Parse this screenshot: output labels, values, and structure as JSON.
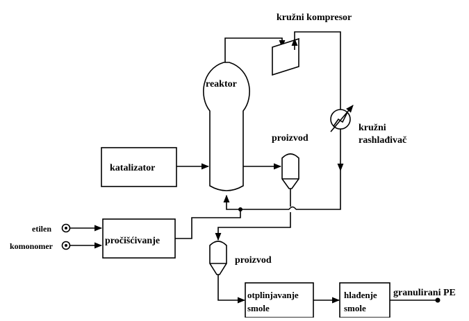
{
  "labels": {
    "compressor": "kružni kompresor",
    "reactor": "reaktor",
    "cooler_line1": "kružni",
    "cooler_line2": "rashlađivač",
    "product_top": "proizvod",
    "catalyst": "katalizator",
    "ethylene": "etilen",
    "comonomer": "komonomer",
    "purification": "pročišćivanje",
    "product_bottom": "proizvod",
    "degassing_line1": "otplinjavanje",
    "degassing_line2": "smole",
    "cooling_line1": "hlađenje",
    "cooling_line2": "smole",
    "output": "granulirani PE"
  }
}
